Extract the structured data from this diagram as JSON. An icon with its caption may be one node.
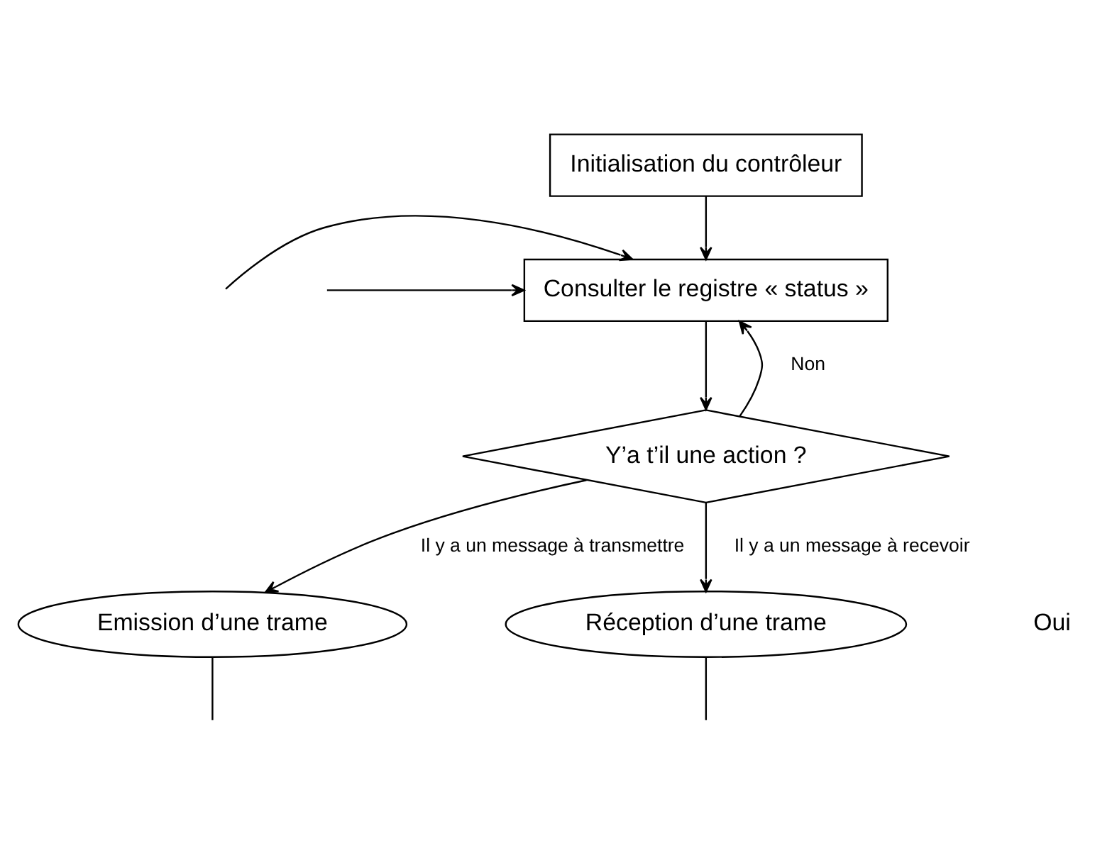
{
  "diagram": {
    "nodes": [
      {
        "text": [
          "Initialisation du contrôleur"
        ]
      },
      {
        "text": [
          "Consulter le registre « status »"
        ]
      },
      {
        "text": [
          "Y’a t’il une action ?"
        ]
      },
      {
        "text": [
          "Emission d’une trame"
        ]
      },
      {
        "text": [
          "Réception d’une trame"
        ]
      }
    ],
    "edges": [
      {
        "from": 0,
        "to": 1,
        "arrow": "to"
      },
      {
        "from": 1,
        "to": 2,
        "arrow": "to"
      },
      {
        "from": 2,
        "to": 1,
        "arrow": "to",
        "label": "Non"
      },
      {
        "from": 2,
        "to": 3,
        "arrow": "to",
        "label": "Il y a un message à transmettre"
      },
      {
        "from": 2,
        "to": 4,
        "arrow": "to",
        "label": "Il y a un message à recevoir"
      },
      {
        "from": null,
        "to": 1,
        "arrow": "to"
      },
      {
        "from": null,
        "to": 1,
        "arrow": "to"
      },
      {
        "from": 3,
        "to": null,
        "arrow": "none"
      },
      {
        "from": 4,
        "to": null,
        "arrow": "none"
      }
    ],
    "labels": [
      "Oui"
    ]
  }
}
